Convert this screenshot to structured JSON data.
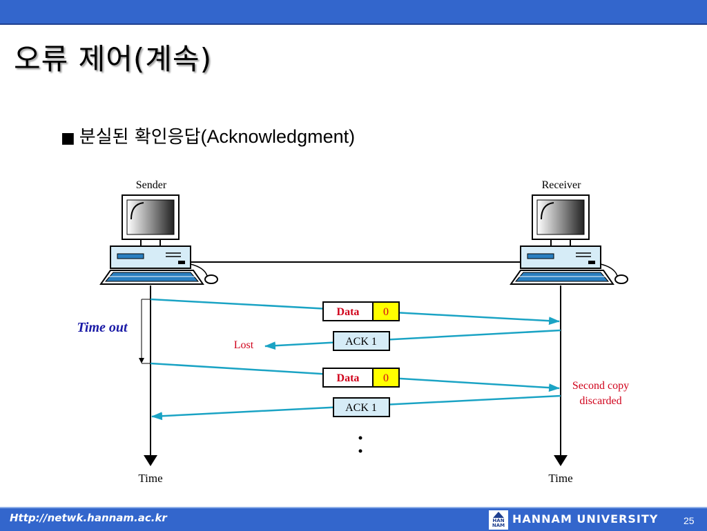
{
  "slide": {
    "title": "오류 제어(계속)",
    "bullet_marker": "■",
    "bullet_text": "분실된 확인응답",
    "bullet_text_en": "(Acknowledgment)"
  },
  "diagram": {
    "sender_label": "Sender",
    "receiver_label": "Receiver",
    "timeout_label": "Time out",
    "lost_label": "Lost",
    "second_copy_line1": "Second copy",
    "second_copy_line2": "discarded",
    "data_label_1": "Data",
    "data_seq_1": "0",
    "ack_label_1": "ACK 1",
    "data_label_2": "Data",
    "data_seq_2": "0",
    "ack_label_2": "ACK 1",
    "time_left": "Time",
    "time_right": "Time",
    "colors": {
      "arrow": "#1aa3c4",
      "data_text": "#d0021b",
      "seq_fill": "#ffff00",
      "ack_fill": "#d6ecf7",
      "timeout_text": "#1a1aa6"
    }
  },
  "footer": {
    "url": "Http://netwk.hannam.ac.kr",
    "university": "HANNAM UNIVERSITY",
    "page_number": "25",
    "logo_icon": "hannam-logo-icon",
    "logo_text": "HAN NAM"
  }
}
